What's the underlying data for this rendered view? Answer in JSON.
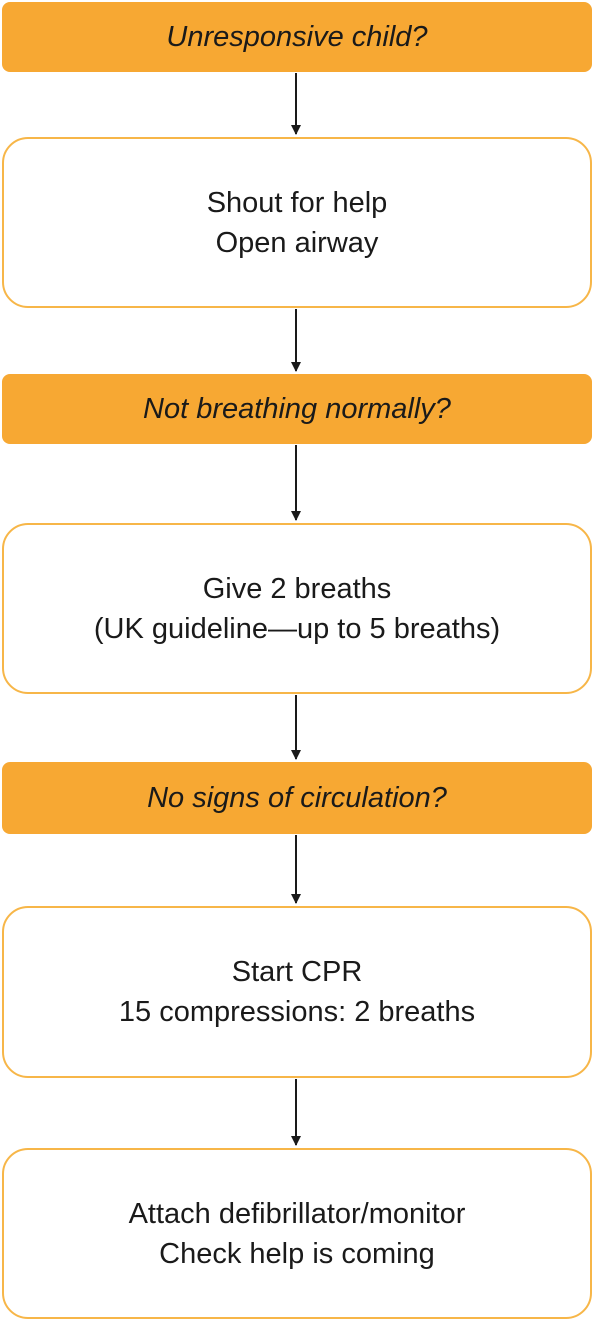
{
  "flowchart": {
    "steps": [
      {
        "kind": "decision",
        "lines": [
          "Unresponsive child?"
        ]
      },
      {
        "kind": "action",
        "lines": [
          "Shout for help",
          "Open airway"
        ]
      },
      {
        "kind": "decision",
        "lines": [
          "Not breathing normally?"
        ]
      },
      {
        "kind": "action",
        "lines": [
          "Give 2 breaths",
          "(UK guideline—up to 5 breaths)"
        ]
      },
      {
        "kind": "decision",
        "lines": [
          "No signs of circulation?"
        ]
      },
      {
        "kind": "action",
        "lines": [
          "Start CPR",
          "15 compressions: 2 breaths"
        ]
      },
      {
        "kind": "action",
        "lines": [
          "Attach defibrillator/monitor",
          "Check help is coming"
        ]
      }
    ],
    "colors": {
      "decision_fill": "#f7a833",
      "action_border": "#f7b648",
      "arrow": "#1a1a1a"
    }
  }
}
